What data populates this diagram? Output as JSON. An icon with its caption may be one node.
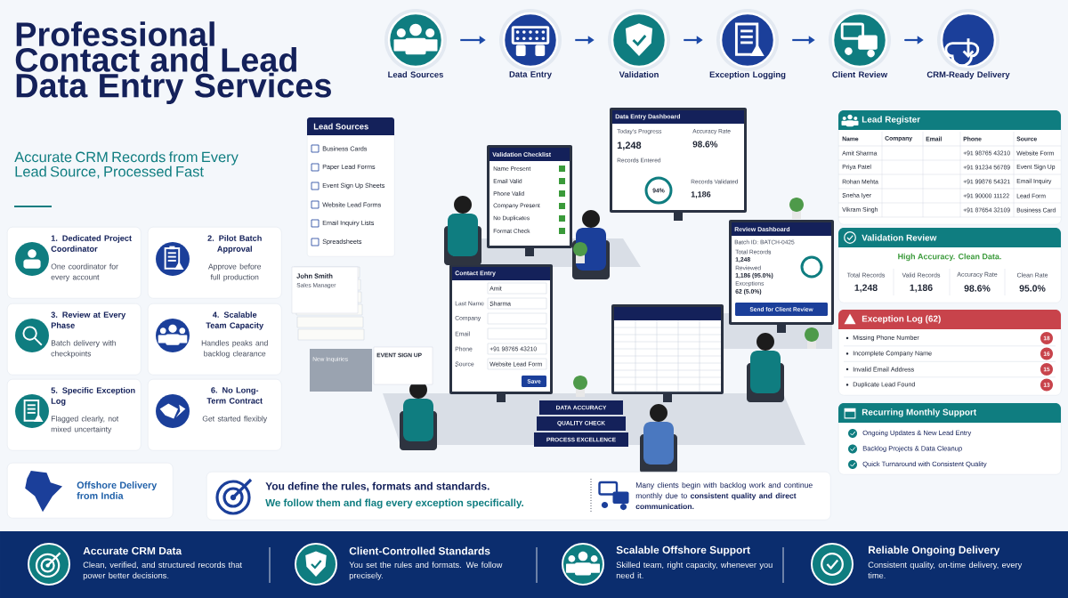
{
  "diagram": {
    "title": "Professional Contact and Lead Data Entry Services",
    "nodes": [
      {
        "text": [
          "Lead Sources"
        ]
      },
      {
        "text": [
          "Data Entry"
        ]
      },
      {
        "text": [
          "Validation"
        ]
      },
      {
        "text": [
          "Exception Logging"
        ]
      },
      {
        "text": [
          "Client Review"
        ]
      },
      {
        "text": [
          "CRM-Ready Delivery"
        ]
      },
      {
        "text": [
          "1. Dedicated Project Coordinator",
          "One coordinator for every account"
        ]
      },
      {
        "text": [
          "2. Pilot Batch Approval",
          "Approve before full production"
        ]
      },
      {
        "text": [
          "3. Review at Every Phase",
          "Batch delivery with checkpoints"
        ]
      },
      {
        "text": [
          "4. Scalable Team Capacity",
          "Handles peaks and backlog clearance"
        ]
      },
      {
        "text": [
          "5. Specific Exception Log",
          "Flagged clearly, not mixed uncertainty"
        ]
      },
      {
        "text": [
          "6. No Long-Term Contract",
          "Get started flexibly"
        ]
      },
      {
        "text": [
          "Offshore Delivery from India"
        ]
      },
      {
        "text": [
          "You define the rules, formats and standards.",
          "We follow them and flag every exception specifically.",
          "Many clients begin with backlog work and continue monthly due to **consistent quality and direct communication.**"
        ]
      },
      {
        "text": [
          "Lead Sources"
        ]
      },
      {
        "text": [
          "Lead Register"
        ]
      },
      {
        "text": [
          "Validation Review",
          "High Accuracy. Clean Data."
        ]
      },
      {
        "text": [
          "Exception Log (62)"
        ]
      },
      {
        "text": [
          "Recurring Monthly Support"
        ]
      },
      {
        "text": [
          "Accurate CRM Data",
          "Clean, verified, and structured records that power better decisions."
        ]
      },
      {
        "text": [
          "Client-Controlled Standards",
          "You set the rules and formats. We follow precisely."
        ]
      },
      {
        "text": [
          "Scalable Offshore Support",
          "Skilled team, right capacity, whenever you need it."
        ]
      },
      {
        "text": [
          "Reliable Ongoing Delivery",
          "Consistent quality, on-time delivery, every time."
        ]
      }
    ],
    "edges": [
      {
        "from": 0,
        "to": 1,
        "arrow": "to"
      },
      {
        "from": 1,
        "to": 2,
        "arrow": "to"
      },
      {
        "from": 2,
        "to": 3,
        "arrow": "to"
      },
      {
        "from": 3,
        "to": 4,
        "arrow": "to"
      },
      {
        "from": 4,
        "to": 5,
        "arrow": "to"
      }
    ],
    "labels": [
      "Accurate CRM Records from Every Lead Source, Processed Fast",
      "Business Cards",
      "Paper Lead Forms",
      "Event Sign Up Sheets",
      "Website Lead Forms",
      "Email Inquiry Lists",
      "Spreadsheets",
      "Validation Checklist",
      "Name Present",
      "Email Valid",
      "Phone Valid",
      "Company Present",
      "No Duplicates",
      "Format Check",
      "Data Entry Dashboard",
      "Today's Progress",
      "1,248",
      "Records Entered",
      "94%",
      "Accuracy Rate",
      "98.6%",
      "Records Validated",
      "1,186",
      "Review Dashboard",
      "Batch ID: BATCH-0425",
      "Total Records",
      "1,248",
      "Reviewed",
      "1,186 (95.0%)",
      "Exceptions",
      "62 (5.0%)",
      "Send for Client Review",
      "Contact Entry",
      "Amit",
      "Last Name",
      "Sharma",
      "Company",
      "Email",
      "Phone",
      "+91 98765 43210",
      "Source",
      "Website Lead Form",
      "Save",
      "John Smith",
      "Sales Manager",
      "EVENT SIGN UP",
      "New Inquiries",
      "DATA ACCURACY",
      "QUALITY CHECK",
      "PROCESS EXCELLENCE",
      "Name",
      "Company",
      "Email",
      "Phone",
      "Source",
      "Amit Sharma",
      "+91 98765 43210",
      "Website Form",
      "Priya Patel",
      "+91 91234 56789",
      "Event Sign Up",
      "Rohan Mehta",
      "+91 99876 54321",
      "Email Inquiry",
      "Sneha Iyer",
      "+91 90000 11122",
      "Lead Form",
      "Vikram Singh",
      "+91 87654 32109",
      "Business Card",
      "Total Records",
      "1,248",
      "Valid Records",
      "1,186",
      "Accuracy Rate",
      "98.6%",
      "Clean Rate",
      "95.0%",
      "Missing Phone Number",
      "18",
      "Incomplete Company Name",
      "16",
      "Invalid Email Address",
      "15",
      "Duplicate Lead Found",
      "13",
      "Ongoing Updates & New Lead Entry",
      "Backlog Projects & Data Cleanup",
      "Quick Turnaround with Consistent Quality"
    ]
  }
}
